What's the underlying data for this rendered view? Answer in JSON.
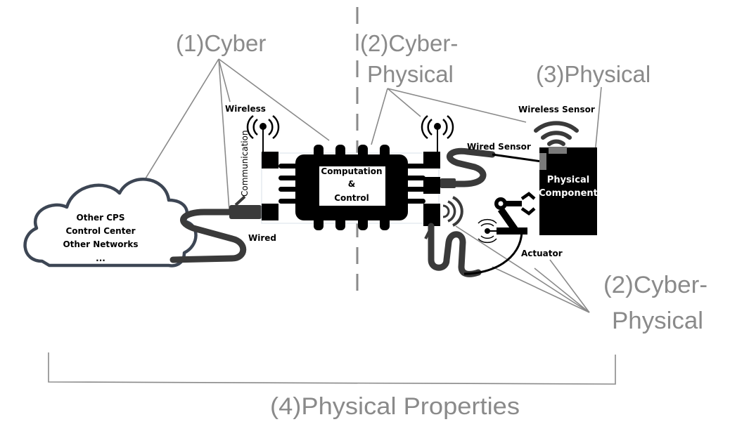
{
  "labels": {
    "cyber": "(1)Cyber",
    "cyber_physical_top_1": "(2)Cyber-",
    "cyber_physical_top_2": "Physical",
    "physical": "(3)Physical",
    "cyber_physical_bottom_1": "(2)Cyber-",
    "cyber_physical_bottom_2": "Physical",
    "physical_properties": "(4)Physical Properties"
  },
  "components": {
    "wireless": "Wireless",
    "communication": "Communication",
    "wired": "Wired",
    "computation_1": "Computation",
    "computation_2": "&",
    "computation_3": "Control",
    "wireless_sensor": "Wireless Sensor",
    "wired_sensor": "Wired Sensor",
    "physical_component_1": "Physical",
    "physical_component_2": "Component",
    "actuator": "Actuator"
  },
  "cloud": {
    "lines": [
      "Other CPS",
      "Control Center",
      "Other Networks",
      "..."
    ]
  },
  "colors": {
    "label_gray": "#8a8a8a",
    "cloud_border": "#3d4654",
    "cable": "#3a3a3a"
  }
}
